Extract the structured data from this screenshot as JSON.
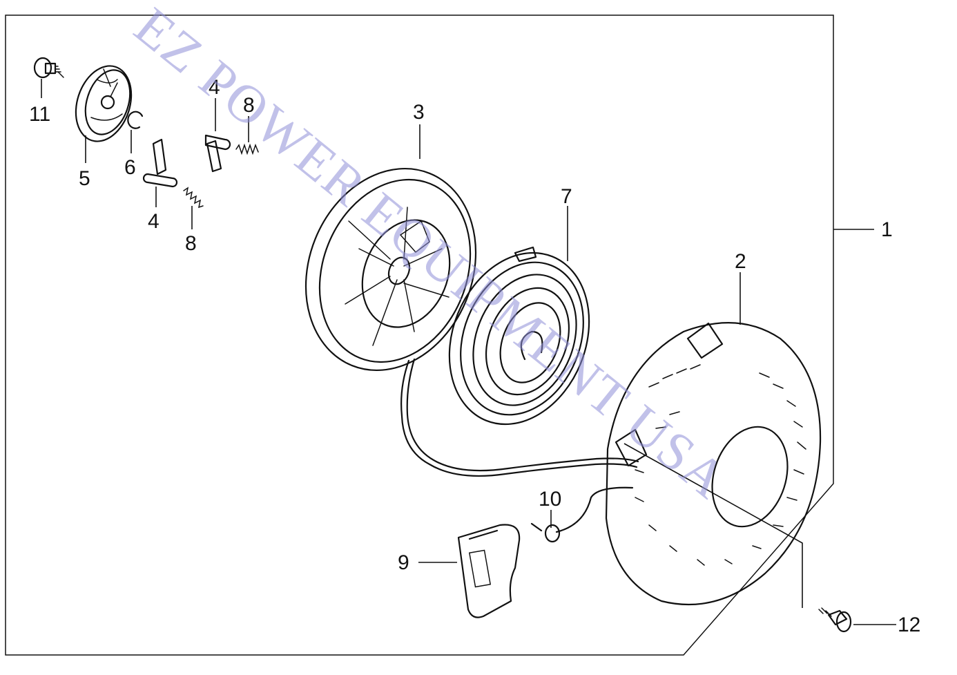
{
  "watermark": "EZ POWER EQUIPMENT USA",
  "callouts": [
    {
      "id": "11",
      "label": "11"
    },
    {
      "id": "5",
      "label": "5"
    },
    {
      "id": "6",
      "label": "6"
    },
    {
      "id": "4a",
      "label": "4"
    },
    {
      "id": "4b",
      "label": "4"
    },
    {
      "id": "8a",
      "label": "8"
    },
    {
      "id": "8b",
      "label": "8"
    },
    {
      "id": "3",
      "label": "3"
    },
    {
      "id": "7",
      "label": "7"
    },
    {
      "id": "2",
      "label": "2"
    },
    {
      "id": "1",
      "label": "1"
    },
    {
      "id": "10",
      "label": "10"
    },
    {
      "id": "9",
      "label": "9"
    },
    {
      "id": "12",
      "label": "12"
    }
  ]
}
